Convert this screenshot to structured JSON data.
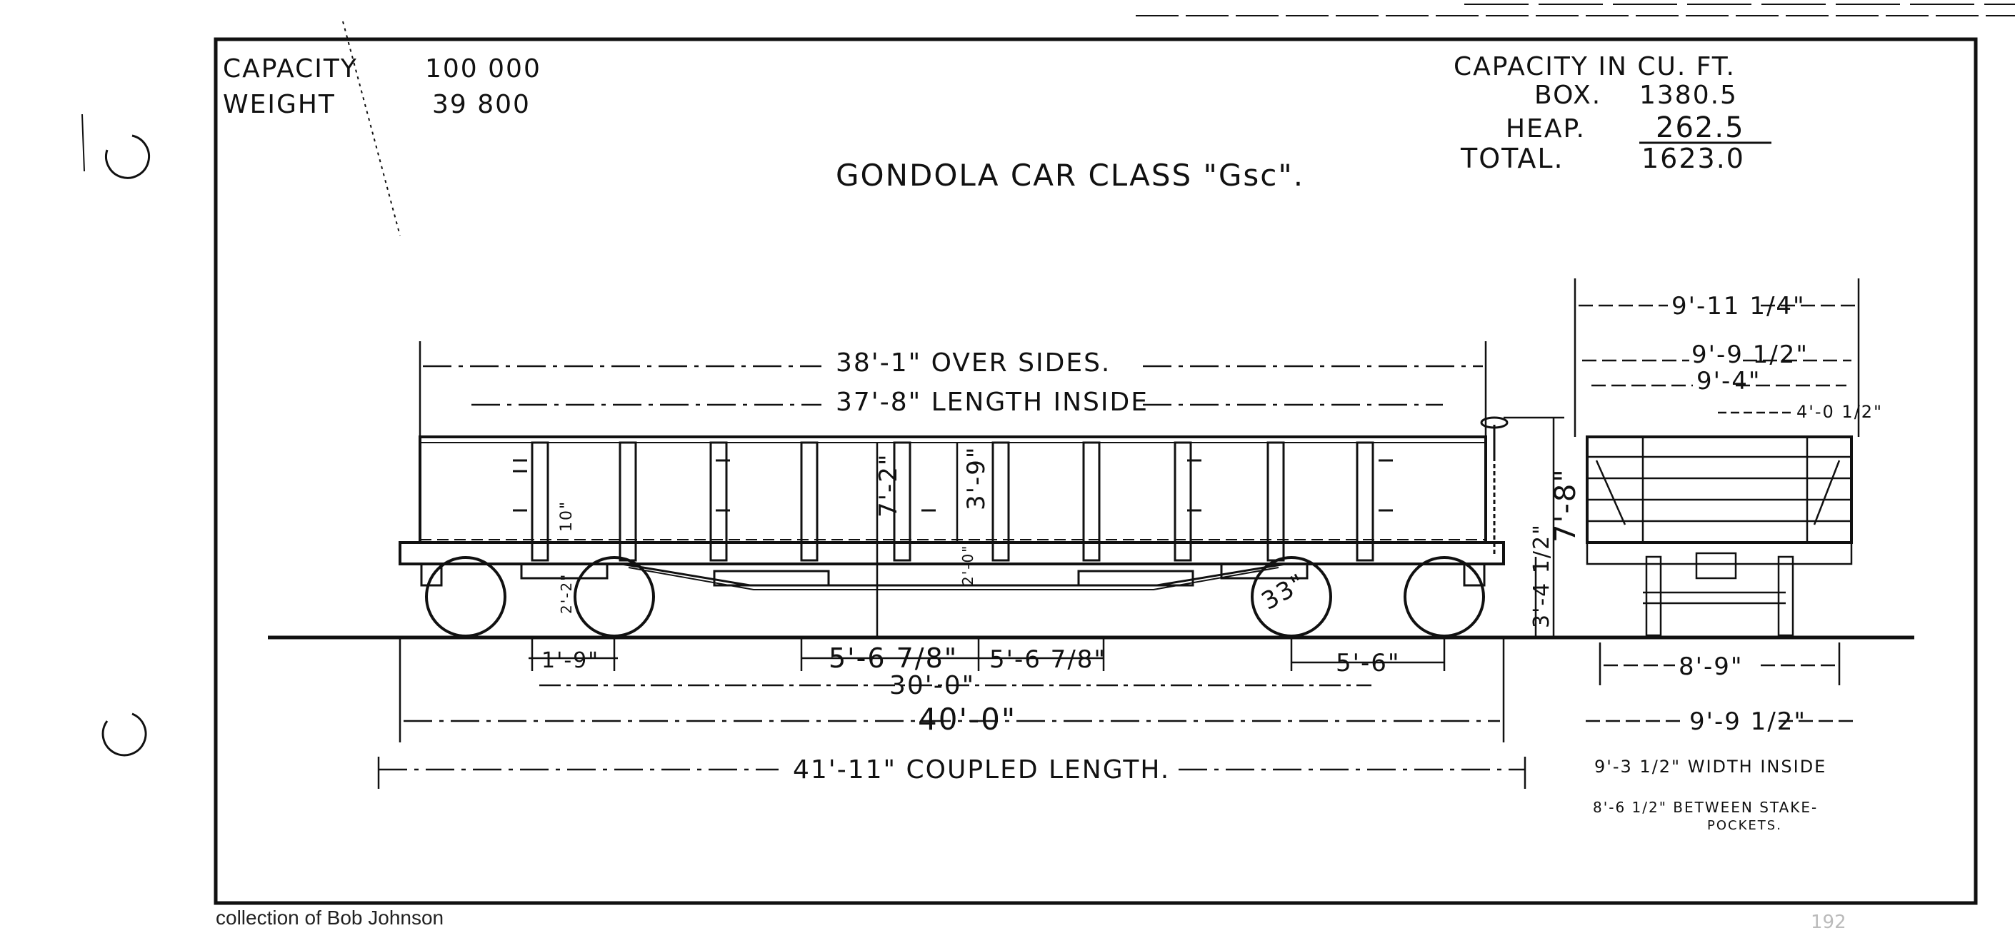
{
  "header": {
    "capacity_label": "CAPACITY",
    "capacity_value": "100 000",
    "weight_label": "WEIGHT",
    "weight_value": "39 800",
    "title": "GONDOLA CAR CLASS \"Gsc\".",
    "cuft_title": "CAPACITY IN CU. FT.",
    "box_label": "BOX.",
    "box_value": "1380.5",
    "heap_label": "HEAP.",
    "heap_value": "262.5",
    "total_label": "TOTAL.",
    "total_value": "1623.0"
  },
  "side_view": {
    "over_sides": "38'-1\" OVER SIDES.",
    "length_inside": "37'-8\" LENGTH INSIDE",
    "height_body": "7'-2\"",
    "side_height": "3'-9\"",
    "car_height": "7'-8\"",
    "deck_height": "3'-4 1/2\"",
    "wheel_dia": "33\"",
    "dim_10": "10\"",
    "dim_2_2": "2'-2\"",
    "dim_2_0": "2'-0\"",
    "truck_1_9": "1'-9\"",
    "span_left": "5'-6 7/8\"",
    "span_right": "5'-6 7/8\"",
    "truck_5_6": "5'-6\"",
    "truck_centers": "30'-0\"",
    "over_sills": "40'-0\"",
    "coupled_length": "41'-11\" COUPLED LENGTH."
  },
  "end_view": {
    "w_9_11": "9'-11 1/4\"",
    "w_9_9": "9'-9 1/2\"",
    "w_9_4": "9'-4\"",
    "w_4_0": "4'-0 1/2\"",
    "w_8_9": "8'-9\"",
    "w_9_9_b": "9'-9 1/2\"",
    "width_inside": "9'-3 1/2\" WIDTH INSIDE",
    "between_stake": "8'-6 1/2\" BETWEEN STAKE-",
    "pockets": "POCKETS."
  },
  "footer": {
    "caption": "collection of Bob Johnson",
    "page_mark": "192"
  }
}
